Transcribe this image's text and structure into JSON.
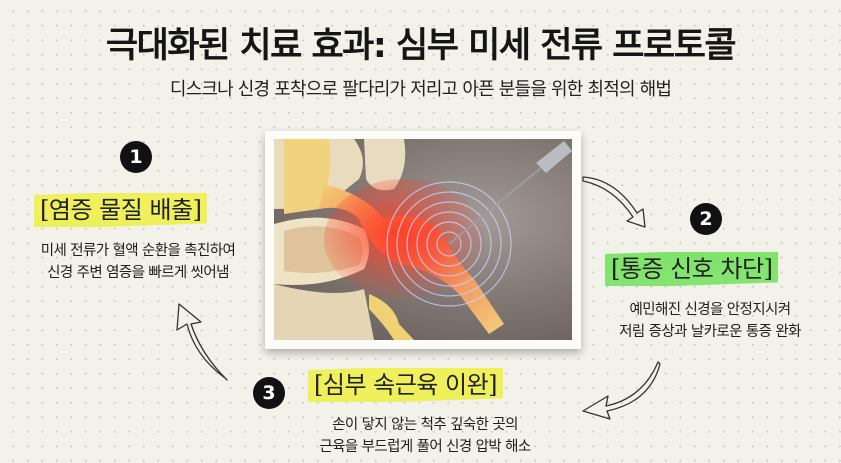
{
  "header": {
    "title": "극대화된 치료 효과: 심부 미세 전류 프로토콜",
    "subtitle": "디스크나 신경 포착으로 팔다리가 저리고 아픈 분들을 위한 최적의 해법"
  },
  "steps": [
    {
      "number": "1",
      "heading": "[염증 물질 배출]",
      "highlight_color": "#eef05a",
      "lines": [
        "미세 전류가 혈액 순환을 촉진하여",
        "신경 주변 염증을 빠르게 씻어냄"
      ]
    },
    {
      "number": "2",
      "heading": "[통증 신호 차단]",
      "highlight_color": "#85e471",
      "lines": [
        "예민해진 신경을 안정지시켜",
        "저림 증상과 날카로운 통증 완화"
      ]
    },
    {
      "number": "3",
      "heading": "[심부 속근육 이완]",
      "highlight_color": "#eef05a",
      "lines": [
        "손이 닿지 않는 척추 깊숙한 곳의",
        "근육을 부드럽게 풀어 신경 압박 해소"
      ]
    }
  ],
  "illustration": {
    "subject": "spine-nerve-microcurrent-needle-illustration",
    "accent_colors": {
      "inflammation": "#f0462e",
      "nerve": "#f3d27a",
      "waves": "#c8d0ff"
    }
  },
  "arrows": [
    "arrow-1-to-2",
    "arrow-2-to-3",
    "arrow-3-to-1"
  ]
}
